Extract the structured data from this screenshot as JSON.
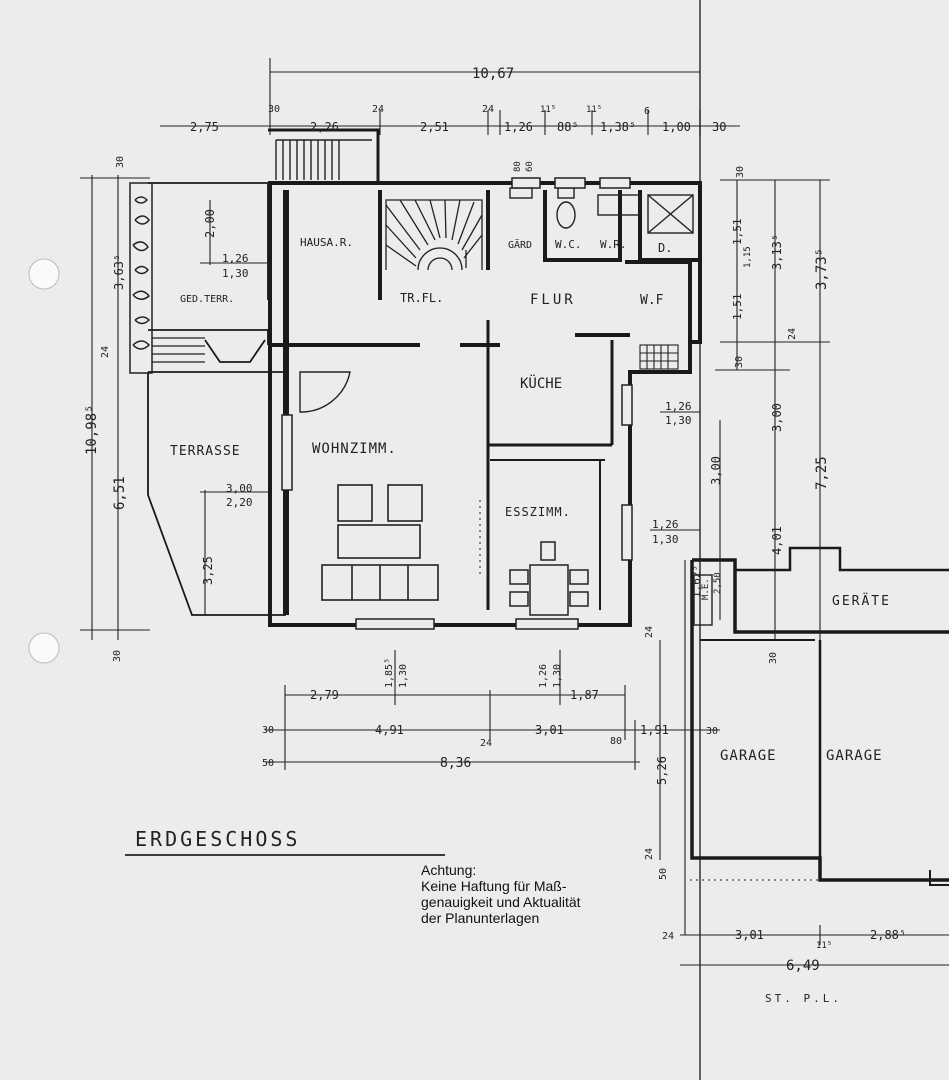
{
  "rooms": {
    "hausa": "HAUSA.R.",
    "ged_terr": "GED.TERR.",
    "tr_fl": "TR.FL.",
    "flur": "FLUR",
    "wf": "W.F",
    "gard": "GÄRD",
    "wc": "W.C.",
    "wr": "W.R.",
    "d": "D.",
    "kueche": "KÜCHE",
    "terrasse": "TERRASSE",
    "wohnzimm": "WOHNZIMM.",
    "esszimm": "ESSZIMM.",
    "geraete": "GERÄTE",
    "garage1": "GARAGE",
    "garage2": "GARAGE",
    "me": "M.E."
  },
  "dims": {
    "total_top": "10,67",
    "t_275": "2,75",
    "t_30a": "30",
    "t_226": "2,26",
    "t_24a": "24",
    "t_24b": "24",
    "t_251": "2,51",
    "t_126": "1,26",
    "t_11_5a": "11⁵",
    "t_88": "88⁵",
    "t_11_5b": "11⁵",
    "t_138": "1,38⁵",
    "t_6": "6",
    "t_100": "1,00",
    "t_30b": "30",
    "l_30": "30",
    "l_200": "2,00",
    "l_363": "3,63⁵",
    "l_126": "1,26",
    "l_130": "1,30",
    "l_24": "24",
    "l_1098": "10,98⁵",
    "l_651": "6,51",
    "l_300": "3,00",
    "l_220": "2,20",
    "l_325": "3,25",
    "l_30b": "30",
    "w_80": "80",
    "w_60": "60",
    "r_30": "30",
    "r_151a": "1,51",
    "r_115": "1,15",
    "r_313": "3,13⁵",
    "r_373": "3,73⁵",
    "r_151b": "1,51",
    "r_24": "24",
    "r_30b": "30",
    "r_126": "1,26",
    "r_130": "1,30",
    "r_300a": "3,00",
    "r_300b": "3,00",
    "r_725": "7,25",
    "r_126b": "1,26",
    "r_130b": "1,30",
    "r_401": "4,01",
    "r_162": "1,62⁵",
    "r_250": "2,50",
    "b_185": "1,85⁵",
    "b_130": "1,30",
    "b_126": "1,26",
    "b_130b": "1,30",
    "b_279": "2,79",
    "b_187": "1,87",
    "b_30": "30",
    "b_491": "4,91",
    "b_24": "24",
    "b_301": "3,01",
    "b_80": "80",
    "b_191": "1,91",
    "b_30b": "30",
    "b_50": "50",
    "b_836": "8,36",
    "g_24": "24",
    "g_30": "30",
    "g_526": "5,26",
    "g_24b": "24",
    "g_50": "50",
    "g_24c": "24",
    "g_301": "3,01",
    "g_115": "11⁵",
    "g_288": "2,88⁵",
    "g_649": "6,49",
    "st_pl": "ST. P.L."
  },
  "title": "ERDGESCHOSS",
  "note": {
    "line1": "Achtung:",
    "line2": "Keine Haftung für Maß-",
    "line3": "genauigkeit und Aktualität",
    "line4": "der Planunterlagen"
  }
}
